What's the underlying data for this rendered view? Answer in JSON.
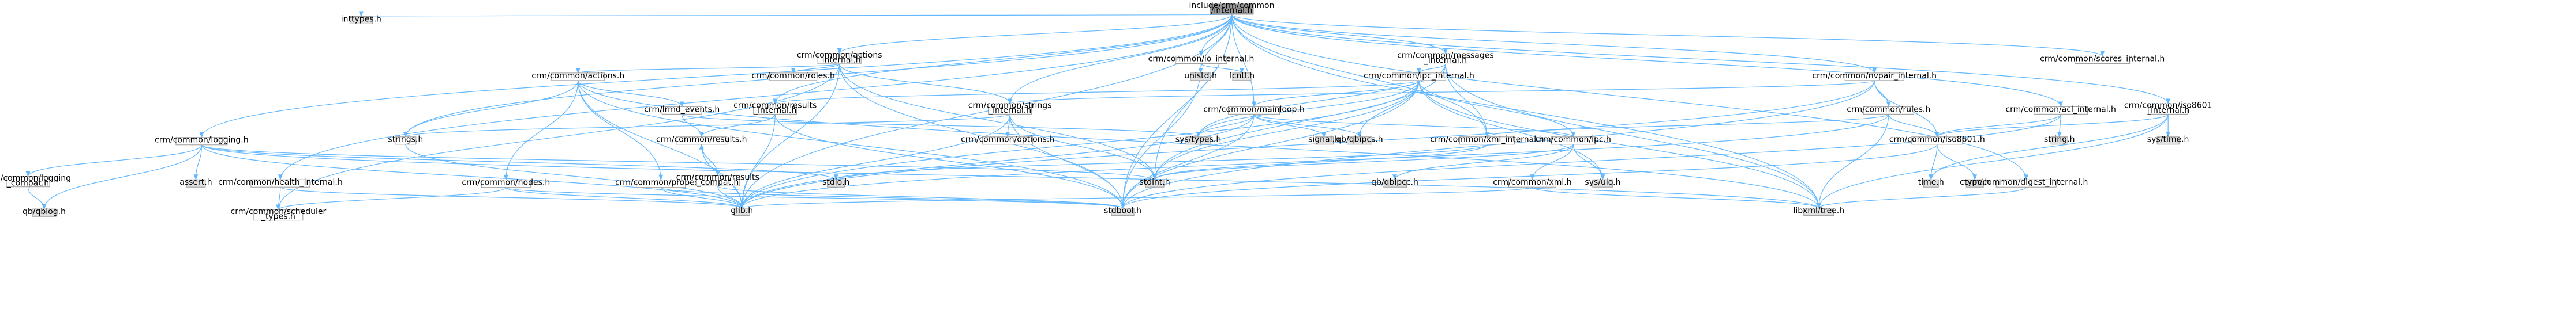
{
  "colors": {
    "root_fill": "#999999",
    "normal_fill": "#ffffff",
    "system_fill": "#e0e0e0",
    "red_text": "#ff0000",
    "black_text": "#000000",
    "edge": "#63b8ff",
    "border": "#999999"
  },
  "nodes": [
    {
      "id": "root",
      "lines": [
        "include/crm/common",
        "/internal.h"
      ],
      "style": "root"
    },
    {
      "id": "inttypes",
      "lines": [
        "inttypes.h"
      ],
      "style": "system"
    },
    {
      "id": "actions_internal",
      "lines": [
        "crm/common/actions",
        "_internal.h"
      ],
      "style": "normal"
    },
    {
      "id": "io_internal",
      "lines": [
        "crm/common/io_internal.h"
      ],
      "style": "normal"
    },
    {
      "id": "messages_internal",
      "lines": [
        "crm/common/messages",
        "_internal.h"
      ],
      "style": "normal"
    },
    {
      "id": "scores_internal",
      "lines": [
        "crm/common/scores_internal.h"
      ],
      "style": "normal"
    },
    {
      "id": "unistd",
      "lines": [
        "unistd.h"
      ],
      "style": "system"
    },
    {
      "id": "fcntl",
      "lines": [
        "fcntl.h"
      ],
      "style": "system"
    },
    {
      "id": "ipc_internal",
      "lines": [
        "crm/common/ipc_internal.h"
      ],
      "style": "red"
    },
    {
      "id": "nvpair_internal",
      "lines": [
        "crm/common/nvpair_internal.h"
      ],
      "style": "normal"
    },
    {
      "id": "actions",
      "lines": [
        "crm/common/actions.h"
      ],
      "style": "normal"
    },
    {
      "id": "roles",
      "lines": [
        "crm/common/roles.h"
      ],
      "style": "normal"
    },
    {
      "id": "mainloop",
      "lines": [
        "crm/common/mainloop.h"
      ],
      "style": "normal"
    },
    {
      "id": "rules",
      "lines": [
        "crm/common/rules.h"
      ],
      "style": "red"
    },
    {
      "id": "acl_internal",
      "lines": [
        "crm/common/acl_internal.h"
      ],
      "style": "normal"
    },
    {
      "id": "iso8601_internal",
      "lines": [
        "crm/common/iso8601",
        "_internal.h"
      ],
      "style": "normal"
    },
    {
      "id": "results_internal",
      "lines": [
        "crm/common/results",
        "_internal.h"
      ],
      "style": "normal"
    },
    {
      "id": "strings_internal",
      "lines": [
        "crm/common/strings",
        "_internal.h"
      ],
      "style": "normal"
    },
    {
      "id": "lrmd_events",
      "lines": [
        "crm/lrmd_events.h"
      ],
      "style": "normal"
    },
    {
      "id": "logging",
      "lines": [
        "crm/common/logging.h"
      ],
      "style": "normal"
    },
    {
      "id": "strings",
      "lines": [
        "strings.h"
      ],
      "style": "normal"
    },
    {
      "id": "results",
      "lines": [
        "crm/common/results.h"
      ],
      "style": "normal"
    },
    {
      "id": "options",
      "lines": [
        "crm/common/options.h"
      ],
      "style": "normal"
    },
    {
      "id": "systypes",
      "lines": [
        "sys/types.h"
      ],
      "style": "system"
    },
    {
      "id": "signal",
      "lines": [
        "signal.h"
      ],
      "style": "system"
    },
    {
      "id": "qbipcs",
      "lines": [
        "qb/qbipcs.h"
      ],
      "style": "system"
    },
    {
      "id": "xml_internal",
      "lines": [
        "crm/common/xml_internal.h"
      ],
      "style": "red"
    },
    {
      "id": "ipc",
      "lines": [
        "crm/common/ipc.h"
      ],
      "style": "normal"
    },
    {
      "id": "string",
      "lines": [
        "string.h"
      ],
      "style": "system"
    },
    {
      "id": "iso8601",
      "lines": [
        "crm/common/iso8601.h"
      ],
      "style": "normal"
    },
    {
      "id": "systime",
      "lines": [
        "sys/time.h"
      ],
      "style": "system"
    },
    {
      "id": "logging_compat",
      "lines": [
        "crm/common/logging",
        "_compat.h"
      ],
      "style": "normal"
    },
    {
      "id": "assert",
      "lines": [
        "assert.h"
      ],
      "style": "system"
    },
    {
      "id": "health_internal",
      "lines": [
        "crm/common/health_internal.h"
      ],
      "style": "normal"
    },
    {
      "id": "nodes",
      "lines": [
        "crm/common/nodes.h"
      ],
      "style": "normal"
    },
    {
      "id": "probes",
      "lines": [
        "crm/common/probes.h"
      ],
      "style": "normal"
    },
    {
      "id": "results_compat",
      "lines": [
        "crm/common/results",
        "_compat.h"
      ],
      "style": "normal"
    },
    {
      "id": "stdio",
      "lines": [
        "stdio.h"
      ],
      "style": "system"
    },
    {
      "id": "stdint",
      "lines": [
        "stdint.h"
      ],
      "style": "system"
    },
    {
      "id": "qbipcc",
      "lines": [
        "qb/qbipcc.h"
      ],
      "style": "system"
    },
    {
      "id": "xml",
      "lines": [
        "crm/common/xml.h"
      ],
      "style": "red"
    },
    {
      "id": "sysuio",
      "lines": [
        "sys/uio.h"
      ],
      "style": "system"
    },
    {
      "id": "time",
      "lines": [
        "time.h"
      ],
      "style": "system"
    },
    {
      "id": "ctype",
      "lines": [
        "ctype.h"
      ],
      "style": "system"
    },
    {
      "id": "digest_internal",
      "lines": [
        "crm/common/digest_internal.h"
      ],
      "style": "normal"
    },
    {
      "id": "qblog",
      "lines": [
        "qb/qblog.h"
      ],
      "style": "system"
    },
    {
      "id": "scheduler_types",
      "lines": [
        "crm/common/scheduler",
        "_types.h"
      ],
      "style": "normal"
    },
    {
      "id": "glib",
      "lines": [
        "glib.h"
      ],
      "style": "system"
    },
    {
      "id": "stdbool",
      "lines": [
        "stdbool.h"
      ],
      "style": "system"
    },
    {
      "id": "libxml_tree",
      "lines": [
        "libxml/tree.h"
      ],
      "style": "system"
    }
  ],
  "edges": [
    [
      "root",
      "inttypes"
    ],
    [
      "root",
      "actions_internal"
    ],
    [
      "root",
      "io_internal"
    ],
    [
      "root",
      "messages_internal"
    ],
    [
      "root",
      "scores_internal"
    ],
    [
      "root",
      "unistd"
    ],
    [
      "root",
      "strings_internal"
    ],
    [
      "root",
      "nvpair_internal"
    ],
    [
      "root",
      "acl_internal"
    ],
    [
      "root",
      "iso8601_internal"
    ],
    [
      "root",
      "logging"
    ],
    [
      "root",
      "health_internal"
    ],
    [
      "root",
      "strings"
    ],
    [
      "root",
      "mainloop"
    ],
    [
      "root",
      "glib"
    ],
    [
      "root",
      "stdbool"
    ],
    [
      "root",
      "stdint"
    ],
    [
      "root",
      "libxml_tree"
    ],
    [
      "root",
      "results_internal"
    ],
    [
      "root",
      "digest_internal"
    ],
    [
      "root",
      "xml_internal"
    ],
    [
      "actions_internal",
      "actions"
    ],
    [
      "actions_internal",
      "roles"
    ],
    [
      "actions_internal",
      "strings_internal"
    ],
    [
      "actions_internal",
      "glib"
    ],
    [
      "actions_internal",
      "stdbool"
    ],
    [
      "actions_internal",
      "stdint"
    ],
    [
      "actions_internal",
      "scheduler_types"
    ],
    [
      "io_internal",
      "fcntl"
    ],
    [
      "io_internal",
      "unistd"
    ],
    [
      "io_internal",
      "stdbool"
    ],
    [
      "messages_internal",
      "ipc_internal"
    ],
    [
      "messages_internal",
      "xml_internal"
    ],
    [
      "messages_internal",
      "stdint"
    ],
    [
      "messages_internal",
      "libxml_tree"
    ],
    [
      "messages_internal",
      "systypes"
    ],
    [
      "ipc_internal",
      "mainloop"
    ],
    [
      "ipc_internal",
      "ipc"
    ],
    [
      "ipc_internal",
      "results_internal"
    ],
    [
      "ipc_internal",
      "qbipcs"
    ],
    [
      "ipc_internal",
      "stdint"
    ],
    [
      "ipc_internal",
      "sysuio"
    ],
    [
      "ipc_internal",
      "glib"
    ],
    [
      "ipc_internal",
      "stdbool"
    ],
    [
      "ipc_internal",
      "libxml_tree"
    ],
    [
      "ipc_internal",
      "systypes"
    ],
    [
      "nvpair_internal",
      "rules"
    ],
    [
      "nvpair_internal",
      "iso8601"
    ],
    [
      "nvpair_internal",
      "strings_internal"
    ],
    [
      "nvpair_internal",
      "glib"
    ],
    [
      "nvpair_internal",
      "stdbool"
    ],
    [
      "actions",
      "strings"
    ],
    [
      "actions",
      "glib"
    ],
    [
      "actions",
      "stdbool"
    ],
    [
      "actions",
      "lrmd_events"
    ],
    [
      "actions",
      "nodes"
    ],
    [
      "actions",
      "probes"
    ],
    [
      "actions",
      "libxml_tree"
    ],
    [
      "mainloop",
      "signal"
    ],
    [
      "mainloop",
      "qbipcs"
    ],
    [
      "mainloop",
      "ipc"
    ],
    [
      "mainloop",
      "glib"
    ],
    [
      "mainloop",
      "stdbool"
    ],
    [
      "mainloop",
      "systypes"
    ],
    [
      "rules",
      "iso8601"
    ],
    [
      "rules",
      "glib"
    ],
    [
      "rules",
      "libxml_tree"
    ],
    [
      "rules",
      "xml_internal"
    ],
    [
      "acl_internal",
      "string"
    ],
    [
      "acl_internal",
      "iso8601"
    ],
    [
      "acl_internal",
      "stdbool"
    ],
    [
      "iso8601_internal",
      "iso8601"
    ],
    [
      "iso8601_internal",
      "systime"
    ],
    [
      "iso8601_internal",
      "time"
    ],
    [
      "iso8601_internal",
      "libxml_tree"
    ],
    [
      "results_internal",
      "results"
    ],
    [
      "results_internal",
      "glib"
    ],
    [
      "results_internal",
      "stdbool"
    ],
    [
      "strings_internal",
      "options"
    ],
    [
      "strings_internal",
      "strings"
    ],
    [
      "strings_internal",
      "glib"
    ],
    [
      "strings_internal",
      "stdint"
    ],
    [
      "strings_internal",
      "stdbool"
    ],
    [
      "lrmd_events",
      "results"
    ],
    [
      "lrmd_events",
      "systypes"
    ],
    [
      "logging",
      "logging_compat"
    ],
    [
      "logging",
      "assert"
    ],
    [
      "logging",
      "stdio"
    ],
    [
      "logging",
      "glib"
    ],
    [
      "logging",
      "stdint"
    ],
    [
      "logging",
      "qblog"
    ],
    [
      "logging",
      "libxml_tree"
    ],
    [
      "logging_compat",
      "qblog"
    ],
    [
      "strings",
      "glib"
    ],
    [
      "results",
      "results_compat"
    ],
    [
      "results",
      "glib"
    ],
    [
      "results_compat",
      "results"
    ],
    [
      "results_compat",
      "glib"
    ],
    [
      "results_compat",
      "stdbool"
    ],
    [
      "ipc",
      "qbipcc"
    ],
    [
      "ipc",
      "xml"
    ],
    [
      "ipc",
      "sysuio"
    ],
    [
      "ipc",
      "stdint"
    ],
    [
      "xml_internal",
      "stdio"
    ],
    [
      "xml_internal",
      "stdint"
    ],
    [
      "xml",
      "glib"
    ],
    [
      "xml",
      "libxml_tree"
    ],
    [
      "health_internal",
      "scheduler_types"
    ],
    [
      "health_internal",
      "glib"
    ],
    [
      "nodes",
      "scheduler_types"
    ],
    [
      "nodes",
      "glib"
    ],
    [
      "nodes",
      "stdbool"
    ],
    [
      "probes",
      "glib"
    ],
    [
      "probes",
      "stdbool"
    ],
    [
      "iso8601",
      "time"
    ],
    [
      "iso8601",
      "ctype"
    ],
    [
      "iso8601",
      "stdbool"
    ],
    [
      "digest_internal",
      "libxml_tree"
    ]
  ]
}
